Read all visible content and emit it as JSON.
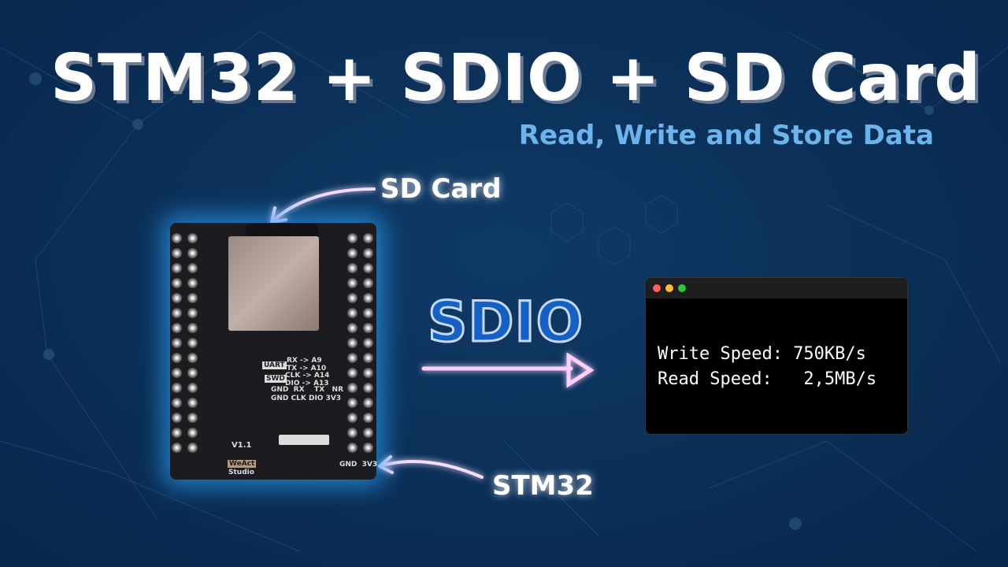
{
  "title": "STM32 + SDIO + SD Card",
  "subtitle": "Read, Write and Store Data",
  "labels": {
    "sd_card": "SD Card",
    "stm32": "STM32",
    "sdio": "SDIO"
  },
  "colors": {
    "background": "#0b2f57",
    "subtitle": "#6cb4ec",
    "arrow_glow": "#e040ff",
    "sdio_text": "#1560c4",
    "board_glow": "#2896e6"
  },
  "board": {
    "uart": "UART",
    "swd": "SWD",
    "rx": "RX -> A9",
    "tx": "TX -> A10",
    "clk": "CLK -> A14",
    "dio": "DIO -> A13",
    "row1": "GND  RX    TX   NR",
    "row2": "GND CLK DIO 3V3",
    "version": "V1.1",
    "brand": "WeAct",
    "brand2": "Studio",
    "bottom": "GND  3V3"
  },
  "terminal": {
    "dots": [
      "#ff5f57",
      "#febc2e",
      "#28c840"
    ],
    "lines": [
      "Write Speed: 750KB/s",
      "Read Speed:   2,5MB/s"
    ]
  }
}
